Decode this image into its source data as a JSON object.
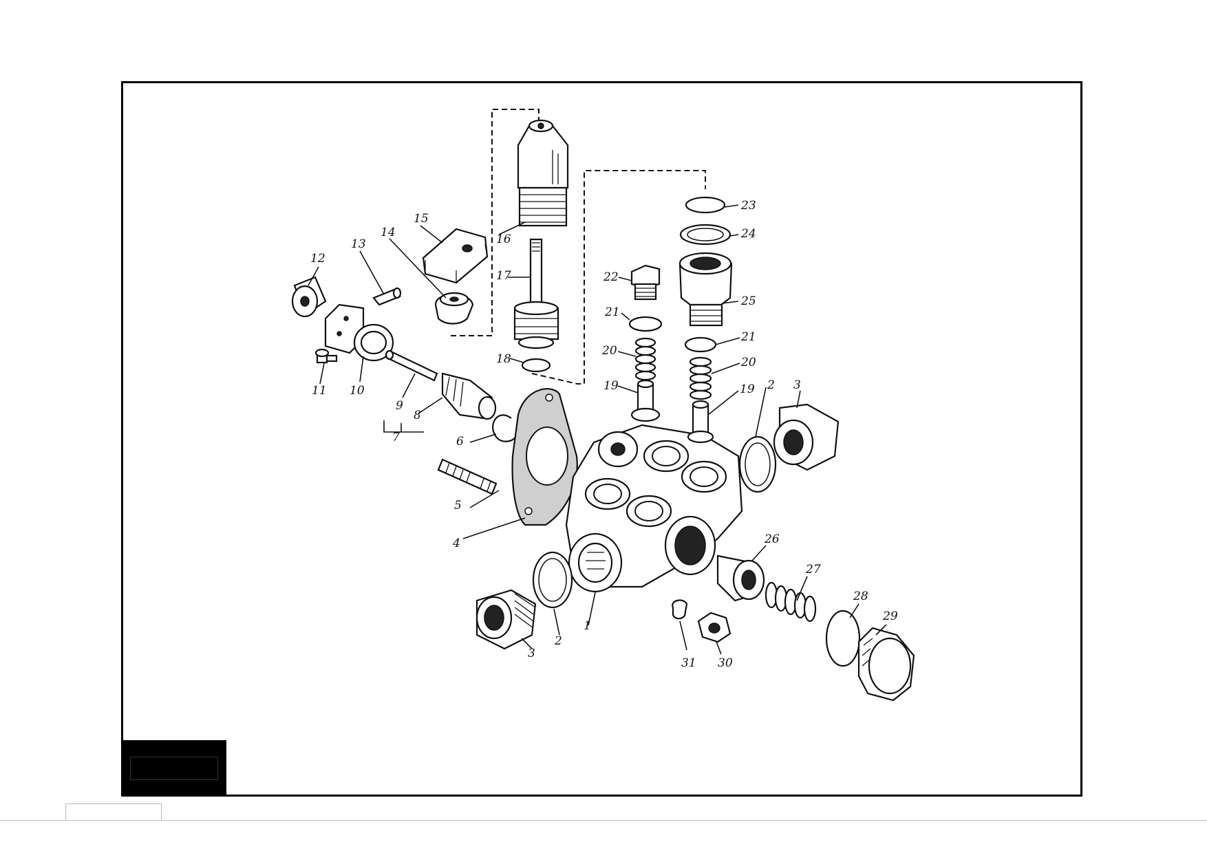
{
  "diagram": {
    "part_labels": [
      "1",
      "2",
      "2",
      "3",
      "3",
      "4",
      "5",
      "6",
      "7",
      "8",
      "9",
      "10",
      "11",
      "12",
      "13",
      "14",
      "15",
      "16",
      "17",
      "18",
      "19",
      "19",
      "20",
      "20",
      "21",
      "21",
      "22",
      "23",
      "24",
      "25",
      "26",
      "27",
      "28",
      "29",
      "30",
      "31"
    ]
  },
  "colors": {
    "ink": "#111111",
    "frame": "#000000",
    "rule": "#bdbdbd"
  }
}
